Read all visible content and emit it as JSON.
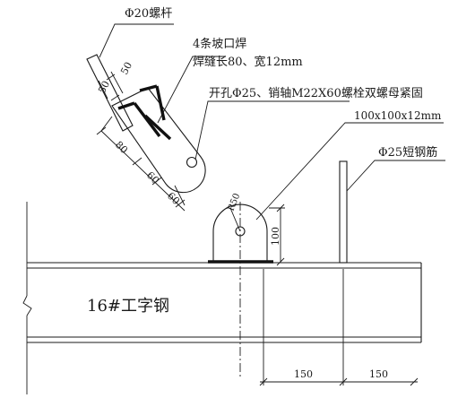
{
  "labels": {
    "bolt_rod": "Φ20螺杆",
    "weld_count": "4条坡口焊",
    "weld_size": "焊缝长80、宽12mm",
    "hole_spec": "开孔Φ25、销轴M22X60螺栓双螺母紧固",
    "angle_steel": "100x100x12mm",
    "short_rebar": "Φ25短钢筋",
    "ibeam": "16#工字钢"
  },
  "dimensions": {
    "d50_a": "50",
    "d50_b": "50",
    "d80": "80",
    "d60_a": "60",
    "d60_b": "60",
    "radius": "R50",
    "height100": "100",
    "d150_a": "150",
    "d150_b": "150"
  }
}
